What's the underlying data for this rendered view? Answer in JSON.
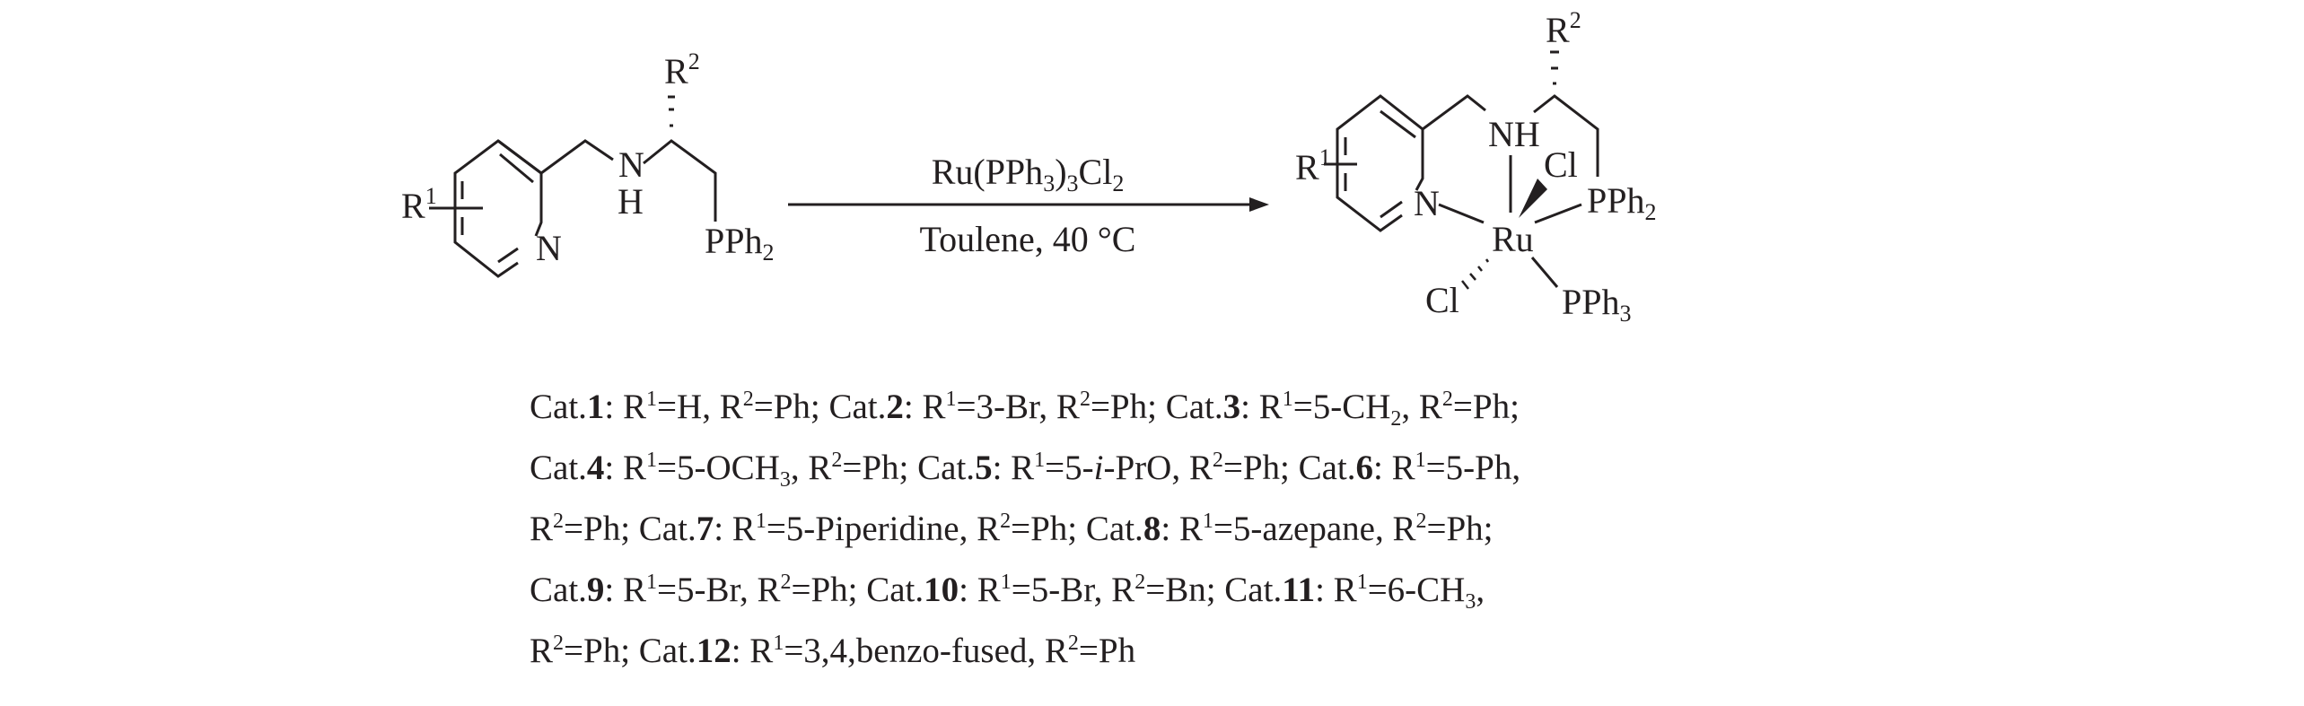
{
  "reactant": {
    "r1": {
      "main": "R",
      "sup": "1"
    },
    "ring_n": "N",
    "amine_n": "N",
    "amine_h": "H",
    "r2": {
      "main": "R",
      "sup": "2"
    },
    "pph2": {
      "main": "PPh",
      "sub": "2"
    }
  },
  "reaction": {
    "reagent": {
      "a": "Ru(PPh",
      "s1": "3",
      "b": ")",
      "s2": "3",
      "c": "Cl",
      "s3": "2"
    },
    "conditions": "Toulene, 40 °C"
  },
  "product": {
    "r1": {
      "main": "R",
      "sup": "1"
    },
    "ring_n": "N",
    "nh": "NH",
    "r2": {
      "main": "R",
      "sup": "2"
    },
    "ru": "Ru",
    "cl_top": "Cl",
    "cl_bottom": "Cl",
    "pph2": {
      "main": "PPh",
      "sub": "2"
    },
    "pph3": {
      "main": "PPh",
      "sub": "3"
    }
  },
  "caption": {
    "lines": [
      [
        [
          "n",
          "Cat."
        ],
        [
          "b",
          "1"
        ],
        [
          "n",
          ": R"
        ],
        [
          "sup",
          "1"
        ],
        [
          "n",
          "=H, R"
        ],
        [
          "sup",
          "2"
        ],
        [
          "n",
          "=Ph; Cat."
        ],
        [
          "b",
          "2"
        ],
        [
          "n",
          ": R"
        ],
        [
          "sup",
          "1"
        ],
        [
          "n",
          "=3-Br, R"
        ],
        [
          "sup",
          "2"
        ],
        [
          "n",
          "=Ph; Cat."
        ],
        [
          "b",
          "3"
        ],
        [
          "n",
          ": R"
        ],
        [
          "sup",
          "1"
        ],
        [
          "n",
          "=5-CH"
        ],
        [
          "sub",
          "2"
        ],
        [
          "n",
          ", R"
        ],
        [
          "sup",
          "2"
        ],
        [
          "n",
          "=Ph;"
        ]
      ],
      [
        [
          "n",
          "Cat."
        ],
        [
          "b",
          "4"
        ],
        [
          "n",
          ": R"
        ],
        [
          "sup",
          "1"
        ],
        [
          "n",
          "=5-OCH"
        ],
        [
          "sub",
          "3"
        ],
        [
          "n",
          ", R"
        ],
        [
          "sup",
          "2"
        ],
        [
          "n",
          "=Ph; Cat."
        ],
        [
          "b",
          "5"
        ],
        [
          "n",
          ": R"
        ],
        [
          "sup",
          "1"
        ],
        [
          "n",
          "=5-"
        ],
        [
          "i",
          "i"
        ],
        [
          "n",
          "-PrO, R"
        ],
        [
          "sup",
          "2"
        ],
        [
          "n",
          "=Ph; Cat."
        ],
        [
          "b",
          "6"
        ],
        [
          "n",
          ": R"
        ],
        [
          "sup",
          "1"
        ],
        [
          "n",
          "=5-Ph,"
        ]
      ],
      [
        [
          "n",
          "R"
        ],
        [
          "sup",
          "2"
        ],
        [
          "n",
          "=Ph; Cat."
        ],
        [
          "b",
          "7"
        ],
        [
          "n",
          ": R"
        ],
        [
          "sup",
          "1"
        ],
        [
          "n",
          "=5-Piperidine, R"
        ],
        [
          "sup",
          "2"
        ],
        [
          "n",
          "=Ph; Cat."
        ],
        [
          "b",
          "8"
        ],
        [
          "n",
          ": R"
        ],
        [
          "sup",
          "1"
        ],
        [
          "n",
          "=5-azepane, R"
        ],
        [
          "sup",
          "2"
        ],
        [
          "n",
          "=Ph;"
        ]
      ],
      [
        [
          "n",
          "Cat."
        ],
        [
          "b",
          "9"
        ],
        [
          "n",
          ": R"
        ],
        [
          "sup",
          "1"
        ],
        [
          "n",
          "=5-Br, R"
        ],
        [
          "sup",
          "2"
        ],
        [
          "n",
          "=Ph; Cat."
        ],
        [
          "b",
          "10"
        ],
        [
          "n",
          ": R"
        ],
        [
          "sup",
          "1"
        ],
        [
          "n",
          "=5-Br, R"
        ],
        [
          "sup",
          "2"
        ],
        [
          "n",
          "=Bn; Cat."
        ],
        [
          "b",
          "11"
        ],
        [
          "n",
          ": R"
        ],
        [
          "sup",
          "1"
        ],
        [
          "n",
          "=6-CH"
        ],
        [
          "sub",
          "3"
        ],
        [
          "n",
          ","
        ]
      ],
      [
        [
          "n",
          "R"
        ],
        [
          "sup",
          "2"
        ],
        [
          "n",
          "=Ph; Cat."
        ],
        [
          "b",
          "12"
        ],
        [
          "n",
          ": R"
        ],
        [
          "sup",
          "1"
        ],
        [
          "n",
          "=3,4,benzo-fused, R"
        ],
        [
          "sup",
          "2"
        ],
        [
          "n",
          "=Ph"
        ]
      ]
    ]
  }
}
